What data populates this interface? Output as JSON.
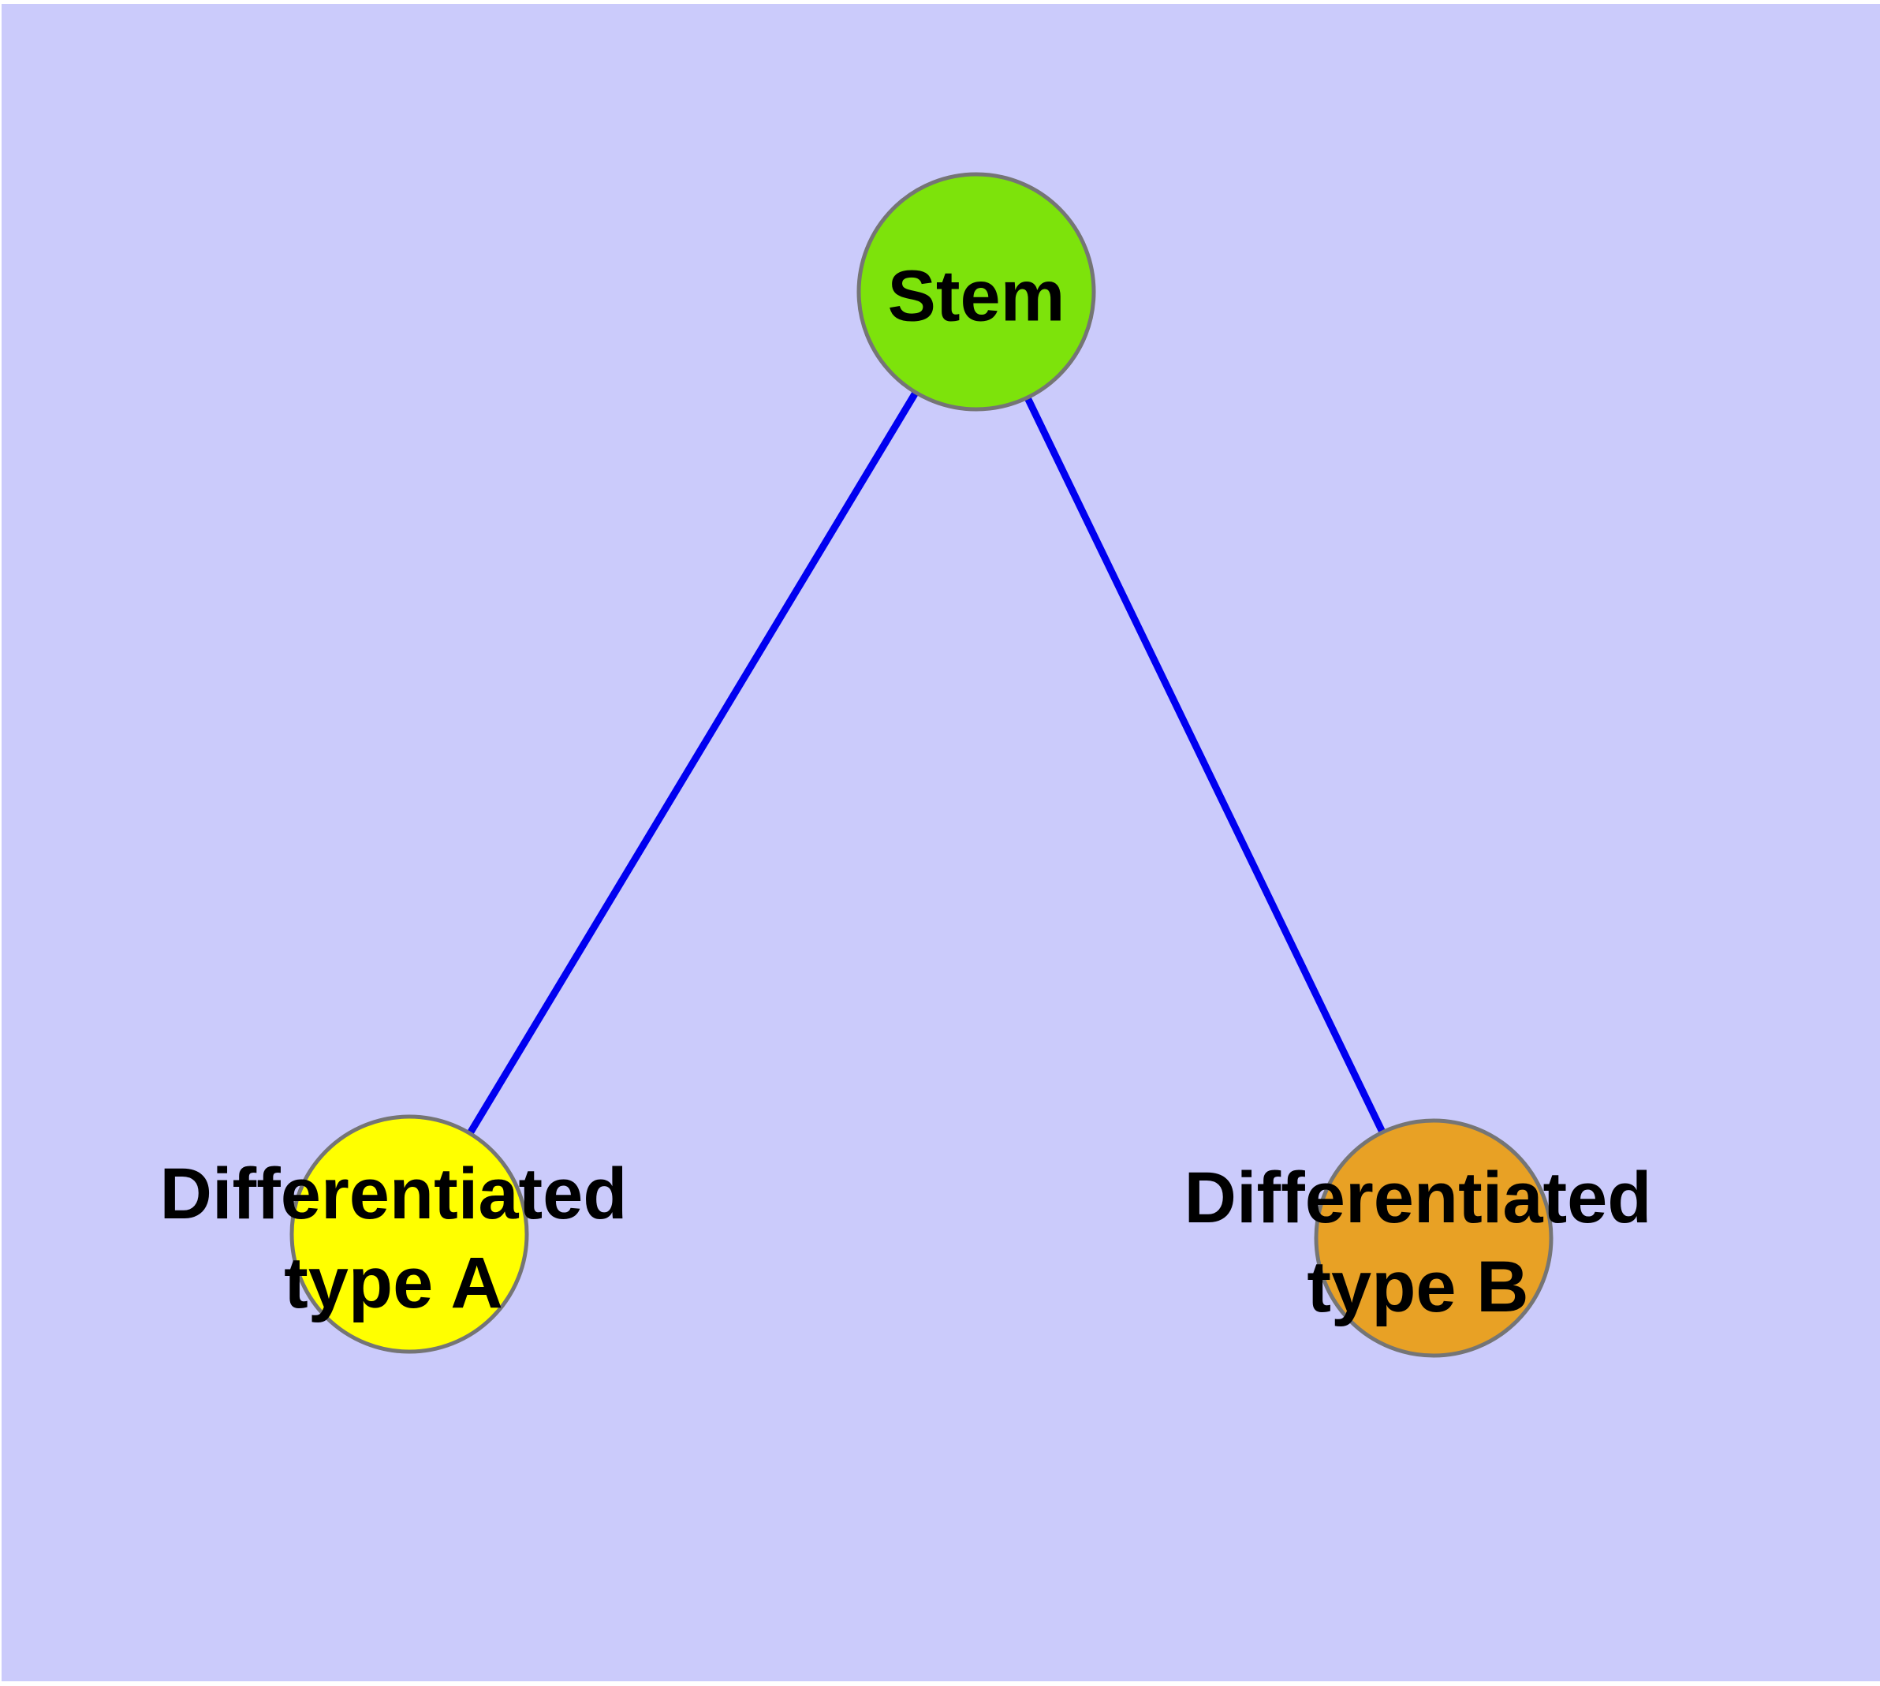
{
  "diagram": {
    "type": "node-link-graph",
    "colors": {
      "background": "#CBCBFB",
      "page_margin": "#FFFFFF",
      "edge": "#0000F0",
      "node_border": "#757575",
      "label_text": "#000000"
    },
    "nodes": [
      {
        "id": "stem",
        "label": "Stem",
        "lines": [
          "Stem"
        ],
        "color": "#7DE30B"
      },
      {
        "id": "differentiated-type-a",
        "label": "Differentiated type A",
        "lines": [
          "Differentiated",
          "type A"
        ],
        "color": "#FFFF00"
      },
      {
        "id": "differentiated-type-b",
        "label": "Differentiated type B",
        "lines": [
          "Differentiated",
          "type B"
        ],
        "color": "#E8A125"
      }
    ],
    "edges": [
      {
        "from": "Stem",
        "to": "Differentiated type A"
      },
      {
        "from": "Stem",
        "to": "Differentiated type B"
      }
    ]
  }
}
